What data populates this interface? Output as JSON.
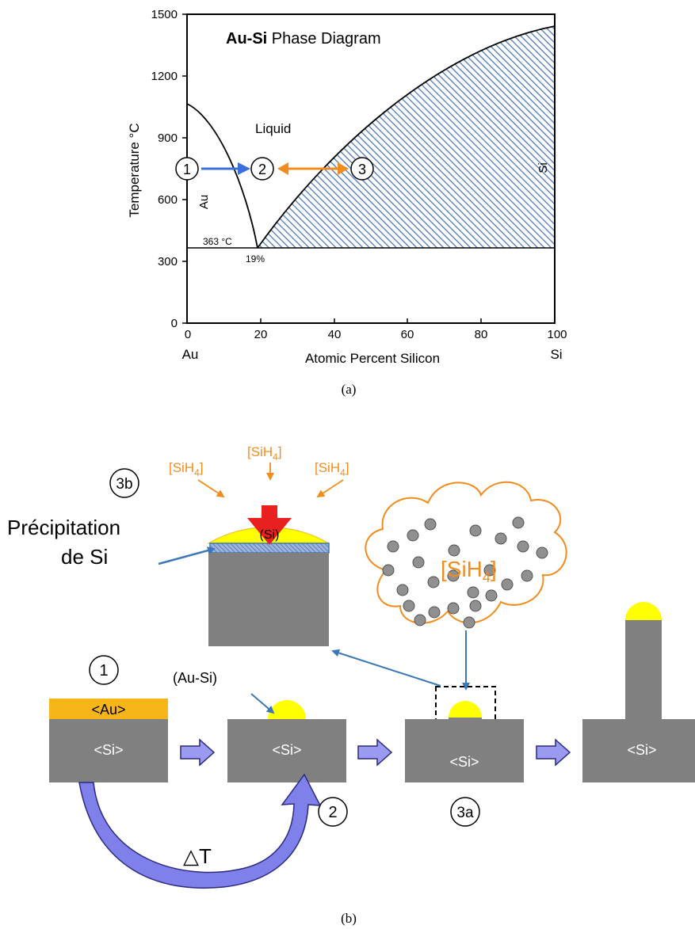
{
  "colors": {
    "blue_arrow": "#3b6fe0",
    "orange": "#f28c1e",
    "yellow": "#ffff00",
    "gold": "#f2b41e",
    "gray": "#808080",
    "red": "#e8201e",
    "steel_blue": "#3c78b8",
    "hatch_blue": "#3f6fb8",
    "purple": "#7f7ff0"
  },
  "phase": {
    "title_bold": "Au-Si",
    "title_rest": " Phase Diagram",
    "y_label": "Temperature °C",
    "x_label": "Atomic Percent Silicon",
    "y_ticks": [
      "0",
      "300",
      "600",
      "900",
      "1200",
      "1500"
    ],
    "x_ticks": [
      "0",
      "20",
      "40",
      "60",
      "80",
      "100"
    ],
    "x_left_name": "Au",
    "x_right_name": "Si",
    "liquid": "Liquid",
    "au_side": "Au",
    "si_side": "Si",
    "eutectic_temp": "363 °C",
    "eutectic_comp": "19%",
    "markers": [
      "1",
      "2",
      "3"
    ],
    "caption": "(a)"
  },
  "process": {
    "caption": "(b)",
    "step_1": "1",
    "step_2": "2",
    "step_3a": "3a",
    "step_3b": "3b",
    "au_layer": "<Au>",
    "si_block": "<Si>",
    "au_si": "(Au-Si)",
    "delta_t": "△T",
    "sih4_base": "[SiH",
    "sih4_sub": "4",
    "sih4_close": "]",
    "si_drop": "(Si)",
    "precip_line1": "Précipitation",
    "precip_line2": "de Si"
  }
}
